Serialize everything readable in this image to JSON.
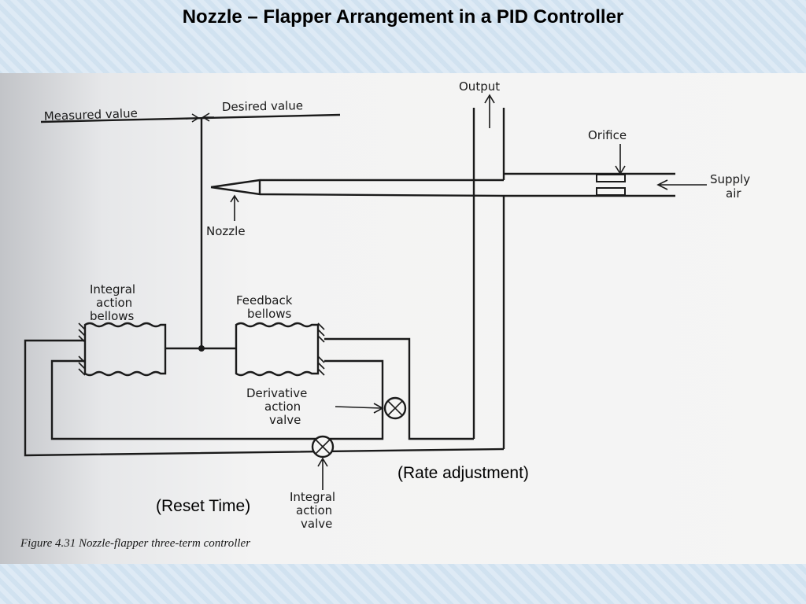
{
  "slide": {
    "title": "Nozzle – Flapper Arrangement in a PID Controller"
  },
  "diagram": {
    "labels": {
      "output": "Output",
      "measured_value": "Measured value",
      "desired_value": "Desired value",
      "orifice": "Orifice",
      "supply_air_line1": "Supply",
      "supply_air_line2": "air",
      "nozzle": "Nozzle",
      "integral_bellows_line1": "Integral",
      "integral_bellows_line2": "action",
      "integral_bellows_line3": "bellows",
      "feedback_bellows_line1": "Feedback",
      "feedback_bellows_line2": "bellows",
      "derivative_valve_line1": "Derivative",
      "derivative_valve_line2": "action",
      "derivative_valve_line3": "valve",
      "integral_valve_line1": "Integral",
      "integral_valve_line2": "action",
      "integral_valve_line3": "valve",
      "figure_caption": "Figure 4.31 Nozzle-flapper three-term controller"
    },
    "annotations": {
      "rate_adjustment": "(Rate adjustment)",
      "reset_time": "(Reset Time)"
    }
  }
}
